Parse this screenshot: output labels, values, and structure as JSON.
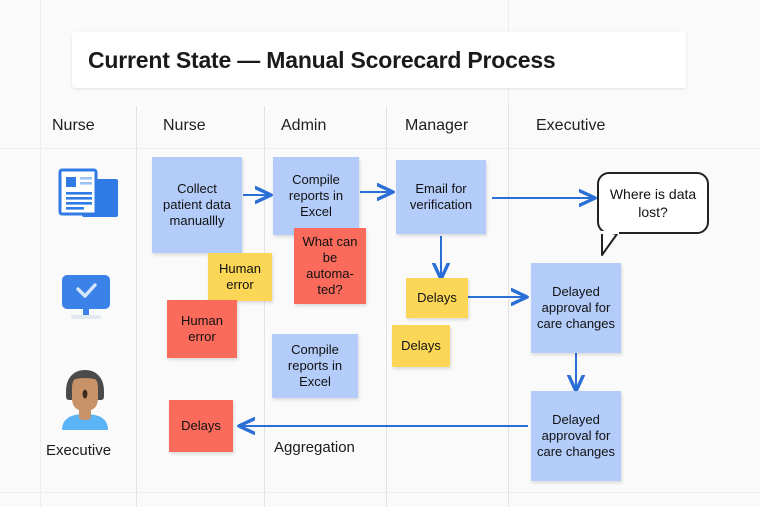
{
  "board": {
    "background_color": "#fafafa",
    "title": "Current State — Manual Scorecard Process"
  },
  "lanes": [
    {
      "label": "Nurse"
    },
    {
      "label": "Nurse"
    },
    {
      "label": "Admin"
    },
    {
      "label": "Manager"
    },
    {
      "label": "Executive"
    }
  ],
  "icons": {
    "document": "document-stack-icon",
    "monitor": "monitor-check-icon",
    "avatar": "person-avatar-icon",
    "avatar_caption": "Executive"
  },
  "nodes": [
    {
      "id": "collect",
      "text": "Collect patient data manuallly",
      "color": "#b3ccf9",
      "kind": "blue"
    },
    {
      "id": "compile1",
      "text": "Compile reports in Excel",
      "color": "#b3ccf9",
      "kind": "blue"
    },
    {
      "id": "email",
      "text": "Email for verification",
      "color": "#b3ccf9",
      "kind": "blue"
    },
    {
      "id": "humanerror-y",
      "text": "Human error",
      "color": "#fcd757",
      "kind": "yellow"
    },
    {
      "id": "automated",
      "text": "What can be automa-ted?",
      "color": "#fa6b5c",
      "kind": "red"
    },
    {
      "id": "humanerror-r",
      "text": "Human error",
      "color": "#fa6b5c",
      "kind": "red"
    },
    {
      "id": "delays-y1",
      "text": "Delays",
      "color": "#fcd757",
      "kind": "yellow"
    },
    {
      "id": "delays-y2",
      "text": "Delays",
      "color": "#fcd757",
      "kind": "yellow"
    },
    {
      "id": "compile2",
      "text": "Compile reports in Excel",
      "color": "#b3ccf9",
      "kind": "blue"
    },
    {
      "id": "delayed1",
      "text": "Delayed approval for care changes",
      "color": "#b3ccf9",
      "kind": "blue"
    },
    {
      "id": "delayed2",
      "text": "Delayed approval for care changes",
      "color": "#b3ccf9",
      "kind": "blue"
    },
    {
      "id": "delays-r",
      "text": "Delays",
      "color": "#fa6b5c",
      "kind": "red"
    }
  ],
  "bubble": {
    "text": "Where is data lost?"
  },
  "labels": {
    "aggregation": "Aggregation"
  },
  "arrow_color": "#2a6fd6"
}
